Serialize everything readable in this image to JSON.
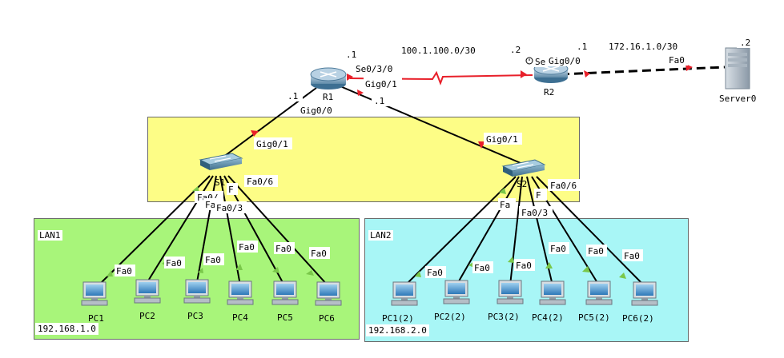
{
  "areas": {
    "lan1": {
      "title": "LAN1",
      "color": "#a8f57a",
      "network": "192.168.1.0"
    },
    "lan2": {
      "title": "LAN2",
      "color": "#a8f6f6",
      "network": "192.168.2.0"
    },
    "switch_zone": {
      "color": "#fdfd86"
    }
  },
  "colors": {
    "link": "#000000",
    "serial": "#e8202a",
    "port_up": "#7ac84a",
    "port_down": "#e8202a"
  },
  "devices": {
    "r1": {
      "label": "R1",
      "icon": "router-icon"
    },
    "r2": {
      "label": "R2",
      "icon": "router-icon"
    },
    "server": {
      "label": "Server0",
      "icon": "server-icon"
    },
    "s1": {
      "label": "S1",
      "icon": "switch-icon"
    },
    "s2": {
      "label": "S2",
      "icon": "switch-icon"
    },
    "lan1_pcs": [
      "PC1",
      "PC2",
      "PC3",
      "PC4",
      "PC5",
      "PC6"
    ],
    "lan2_pcs": [
      "PC1(2)",
      "PC2(2)",
      "PC3(2)",
      "PC4(2)",
      "PC5(2)",
      "PC6(2)"
    ]
  },
  "networks": {
    "wan": "100.1.100.0/30",
    "server_net": "172.16.1.0/30"
  },
  "labels": {
    "r1_se_host": ".1",
    "r1_se": "Se0/3/0",
    "r1_gig1": "Gig0/1",
    "r1_gig1_host": ".1",
    "r1_gig0_host": ".1",
    "r1_gig0": "Gig0/0",
    "r2_se_host": ".2",
    "r2_se": "Se",
    "r2_gig0": "Gig0/0",
    "r2_gig0_host": ".1",
    "server_fa": "Fa0",
    "server_host": ".2",
    "s1_gig": "Gig0/1",
    "s2_gig": "Gig0/1",
    "s1_fa6": "Fa0/6",
    "s1_fa3": "Fa0/3",
    "s1_fa_a": "Fa0/",
    "s1_fa_b": "Fa",
    "s1_fa_c": "F",
    "s2_fa6": "Fa0/6",
    "s2_fa3": "Fa0/3",
    "s2_fa_a": "Fa",
    "s2_fa_c": "F",
    "pc_fa": "Fa0"
  }
}
